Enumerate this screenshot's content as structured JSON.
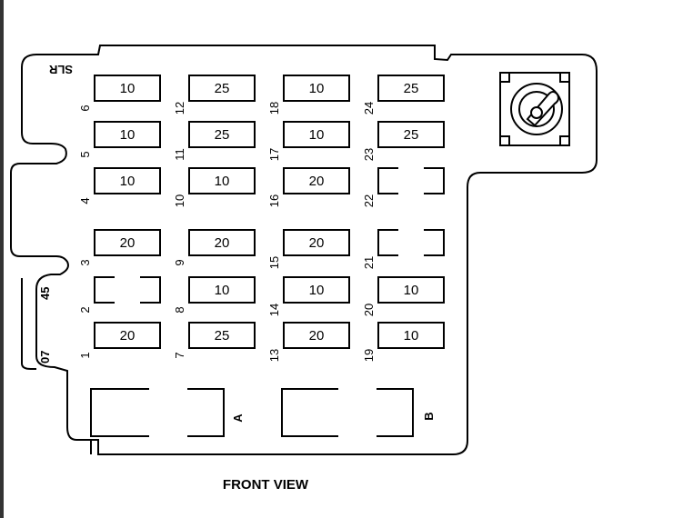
{
  "diagram": {
    "caption": "FRONT VIEW",
    "corner_label": "SLR",
    "side_label_top": "45",
    "side_label_bottom": "07",
    "relay_a_label": "A",
    "relay_b_label": "B",
    "fuses": [
      {
        "pos": "1",
        "amps": "20"
      },
      {
        "pos": "2",
        "amps": ""
      },
      {
        "pos": "3",
        "amps": "20"
      },
      {
        "pos": "4",
        "amps": "10"
      },
      {
        "pos": "5",
        "amps": "10"
      },
      {
        "pos": "6",
        "amps": "10"
      },
      {
        "pos": "7",
        "amps": "25"
      },
      {
        "pos": "8",
        "amps": "10"
      },
      {
        "pos": "9",
        "amps": "20"
      },
      {
        "pos": "10",
        "amps": "10"
      },
      {
        "pos": "11",
        "amps": "25"
      },
      {
        "pos": "12",
        "amps": "25"
      },
      {
        "pos": "13",
        "amps": "20"
      },
      {
        "pos": "14",
        "amps": "10"
      },
      {
        "pos": "15",
        "amps": "20"
      },
      {
        "pos": "16",
        "amps": "20"
      },
      {
        "pos": "17",
        "amps": "10"
      },
      {
        "pos": "18",
        "amps": "10"
      },
      {
        "pos": "19",
        "amps": "10"
      },
      {
        "pos": "20",
        "amps": "10"
      },
      {
        "pos": "21",
        "amps": ""
      },
      {
        "pos": "22",
        "amps": ""
      },
      {
        "pos": "23",
        "amps": "25"
      },
      {
        "pos": "24",
        "amps": "25"
      }
    ]
  }
}
